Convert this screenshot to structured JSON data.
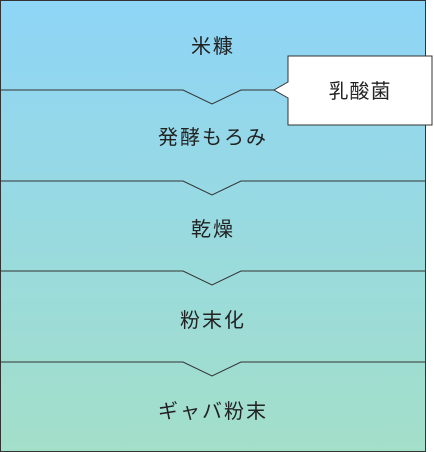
{
  "steps": [
    {
      "label": "米糠"
    },
    {
      "label": "発酵もろみ"
    },
    {
      "label": "乾燥"
    },
    {
      "label": "粉末化"
    },
    {
      "label": "ギャバ粉末"
    }
  ],
  "callout": {
    "label": "乳酸菌"
  },
  "colors": {
    "top": "#8ed5f7",
    "bottom": "#a3dfc9",
    "stroke": "#333333"
  }
}
